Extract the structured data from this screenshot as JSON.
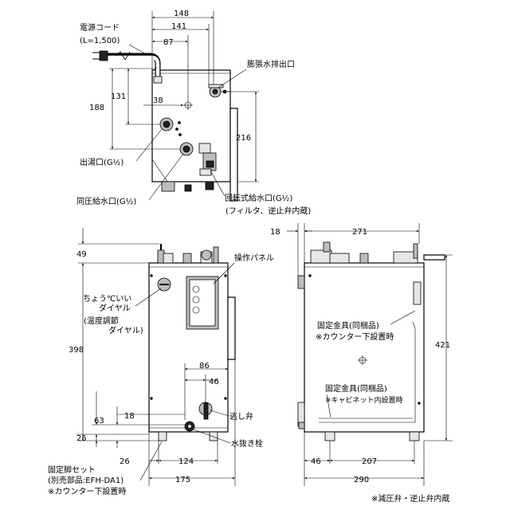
{
  "top_view": {
    "cord": "電源コード",
    "cord_len": "(L=1,500)",
    "dims": {
      "w148": "148",
      "w141": "141",
      "w87": "87",
      "h131": "131",
      "h188": "188",
      "w38": "38",
      "h216": "216"
    },
    "exp_outlet": "膨張水排出口",
    "hot_outlet": "出湯口(G½)",
    "same_inlet": "同圧給水口(G½)",
    "rot_inlet": "回転式給水口(G½)",
    "rot_note": "(フィルタ、逆止弁内蔵)"
  },
  "front_view": {
    "dims": {
      "h49": "49",
      "h398": "398",
      "w86": "86",
      "w46": "46",
      "h63": "63",
      "w18": "18",
      "h25": "25",
      "w26": "26",
      "w124": "124",
      "w175": "175"
    },
    "panel": "操作パネル",
    "dial1": "ちょう℃いい",
    "dial2": "ダイヤル",
    "dial3": "(温度調節",
    "dial4": "ダイヤル)",
    "relief": "逃し弁",
    "drain": "水抜き栓",
    "feet1": "固定脚セット",
    "feet2": "(別売部品:EFH-DA1)",
    "feet3": "※カウンター下設置時"
  },
  "side_view": {
    "dims": {
      "w18": "18",
      "w271": "271",
      "h421": "421",
      "w46": "46",
      "w207": "207",
      "w290": "290"
    },
    "bracket1a": "固定金具(同梱品)",
    "bracket1b": "※カウンター下設置時",
    "bracket2a": "固定金具(同梱品)",
    "bracket2b": "※キャビネット内設置時",
    "footer": "※減圧弁・逆止弁内蔵"
  }
}
